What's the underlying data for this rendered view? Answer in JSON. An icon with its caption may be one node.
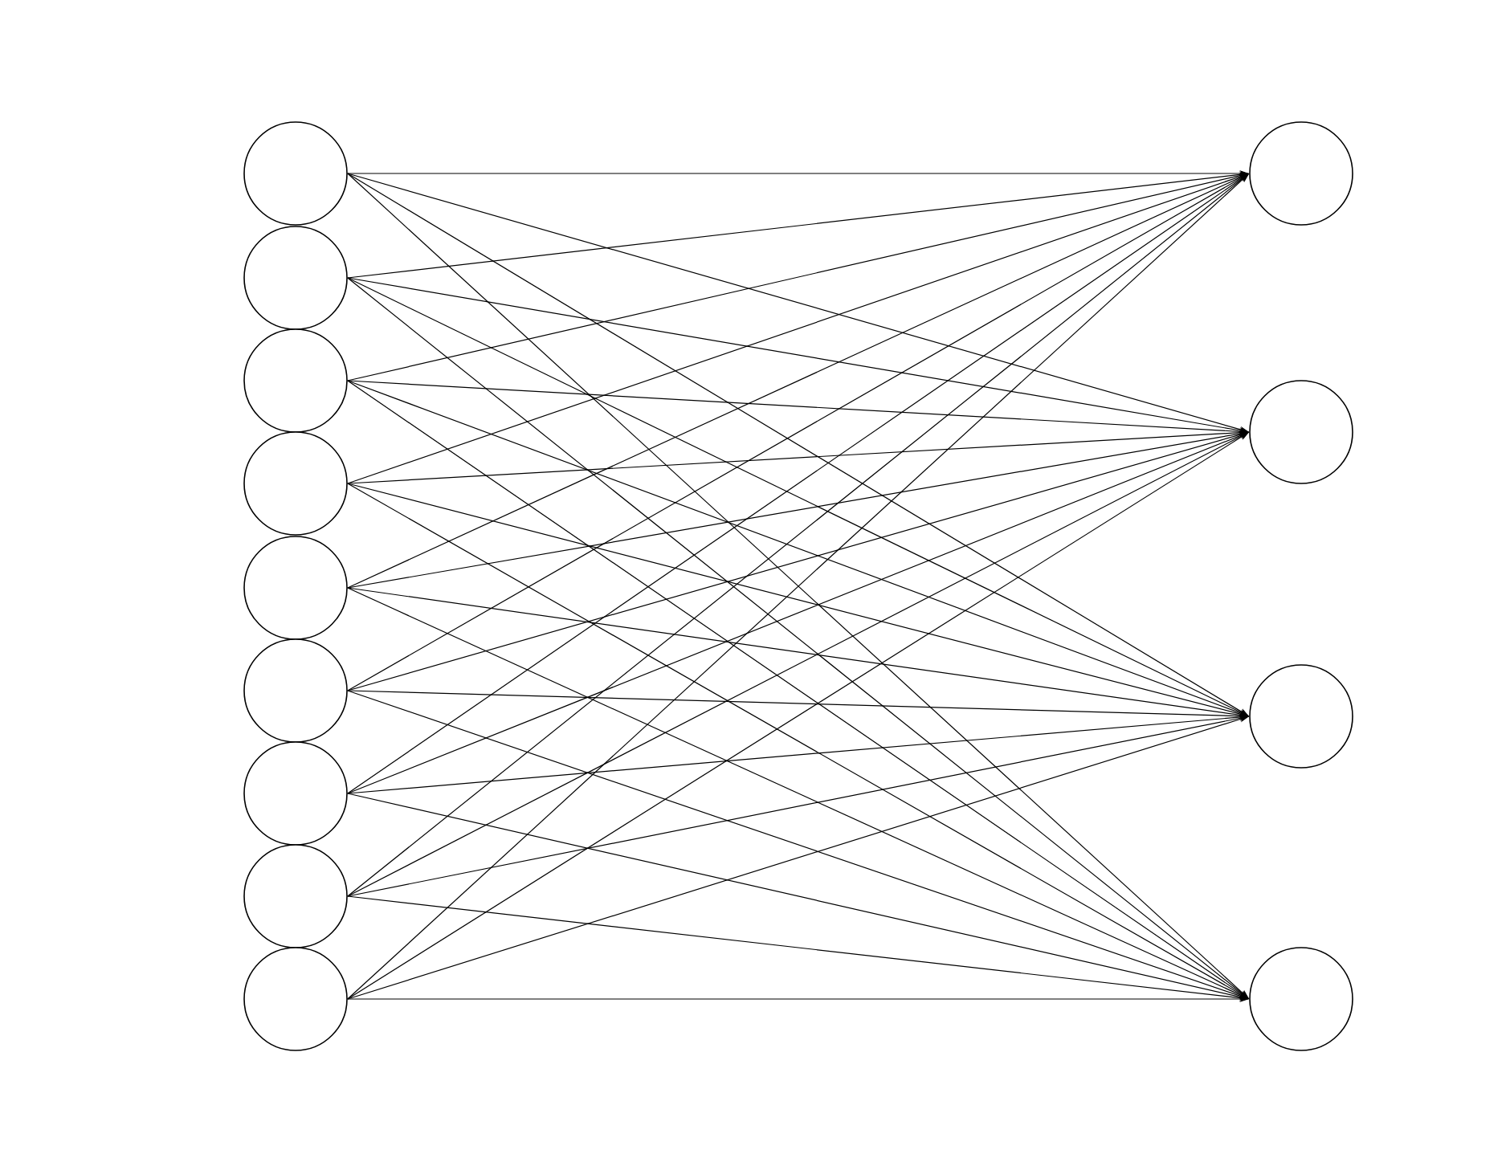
{
  "diagram": {
    "nodes": [
      {
        "text": [],
        "shape": "circle"
      },
      {
        "text": [],
        "shape": "circle"
      },
      {
        "text": [],
        "shape": "circle"
      },
      {
        "text": [],
        "shape": "circle"
      },
      {
        "text": [],
        "shape": "circle"
      },
      {
        "text": [],
        "shape": "circle"
      },
      {
        "text": [],
        "shape": "circle"
      },
      {
        "text": [],
        "shape": "circle"
      },
      {
        "text": [],
        "shape": "circle"
      },
      {
        "text": [],
        "shape": "circle"
      },
      {
        "text": [],
        "shape": "circle"
      },
      {
        "text": [],
        "shape": "circle"
      },
      {
        "text": [],
        "shape": "circle"
      }
    ],
    "edges": [
      {
        "from": 0,
        "to": 9,
        "arrow": "to"
      },
      {
        "from": 0,
        "to": 10,
        "arrow": "to"
      },
      {
        "from": 0,
        "to": 11,
        "arrow": "to"
      },
      {
        "from": 0,
        "to": 12,
        "arrow": "to"
      },
      {
        "from": 1,
        "to": 9,
        "arrow": "to"
      },
      {
        "from": 1,
        "to": 10,
        "arrow": "to"
      },
      {
        "from": 1,
        "to": 11,
        "arrow": "to"
      },
      {
        "from": 1,
        "to": 12,
        "arrow": "to"
      },
      {
        "from": 2,
        "to": 9,
        "arrow": "to"
      },
      {
        "from": 2,
        "to": 10,
        "arrow": "to"
      },
      {
        "from": 2,
        "to": 11,
        "arrow": "to"
      },
      {
        "from": 2,
        "to": 12,
        "arrow": "to"
      },
      {
        "from": 3,
        "to": 9,
        "arrow": "to"
      },
      {
        "from": 3,
        "to": 10,
        "arrow": "to"
      },
      {
        "from": 3,
        "to": 11,
        "arrow": "to"
      },
      {
        "from": 3,
        "to": 12,
        "arrow": "to"
      },
      {
        "from": 4,
        "to": 9,
        "arrow": "to"
      },
      {
        "from": 4,
        "to": 10,
        "arrow": "to"
      },
      {
        "from": 4,
        "to": 11,
        "arrow": "to"
      },
      {
        "from": 4,
        "to": 12,
        "arrow": "to"
      },
      {
        "from": 5,
        "to": 9,
        "arrow": "to"
      },
      {
        "from": 5,
        "to": 10,
        "arrow": "to"
      },
      {
        "from": 5,
        "to": 11,
        "arrow": "to"
      },
      {
        "from": 5,
        "to": 12,
        "arrow": "to"
      },
      {
        "from": 6,
        "to": 9,
        "arrow": "to"
      },
      {
        "from": 6,
        "to": 10,
        "arrow": "to"
      },
      {
        "from": 6,
        "to": 11,
        "arrow": "to"
      },
      {
        "from": 6,
        "to": 12,
        "arrow": "to"
      },
      {
        "from": 7,
        "to": 9,
        "arrow": "to"
      },
      {
        "from": 7,
        "to": 10,
        "arrow": "to"
      },
      {
        "from": 7,
        "to": 11,
        "arrow": "to"
      },
      {
        "from": 7,
        "to": 12,
        "arrow": "to"
      },
      {
        "from": 8,
        "to": 9,
        "arrow": "to"
      },
      {
        "from": 8,
        "to": 10,
        "arrow": "to"
      },
      {
        "from": 8,
        "to": 11,
        "arrow": "to"
      },
      {
        "from": 8,
        "to": 12,
        "arrow": "to"
      }
    ]
  }
}
